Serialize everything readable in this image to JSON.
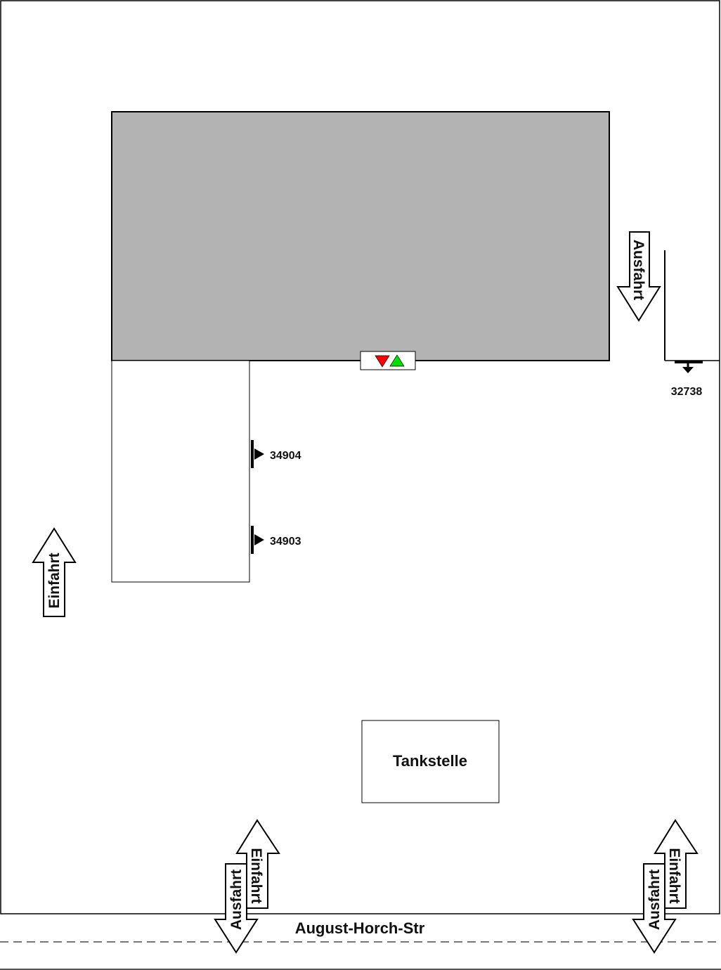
{
  "street": "August-Horch-Str",
  "building": {
    "color": "#b3b3b3"
  },
  "gas_station": "Tankstelle",
  "arrows": {
    "exit_top_right": "Ausfahrt",
    "entry_left": "Einfahrt",
    "entry_bottom_left": "Einfahrt",
    "exit_bottom_left": "Ausfahrt",
    "entry_bottom_right": "Einfahrt",
    "exit_bottom_right": "Ausfahrt"
  },
  "markers": {
    "m1": "32738",
    "m2": "34904",
    "m3": "34903"
  },
  "signal": {
    "red": "#ff0000",
    "green": "#00e000"
  }
}
